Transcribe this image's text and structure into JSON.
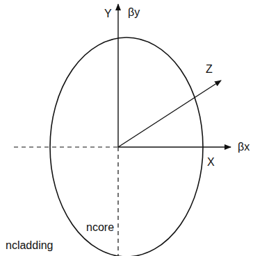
{
  "diagram": {
    "labels": [
      "Y",
      "βy",
      "Z",
      "βx",
      "X",
      "ncore",
      "ncladding"
    ]
  }
}
